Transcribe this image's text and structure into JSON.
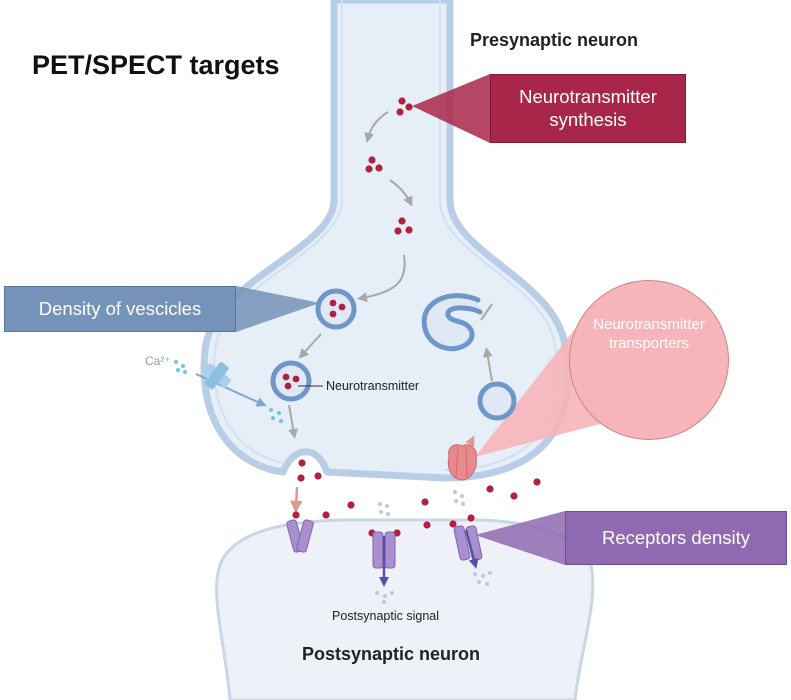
{
  "title": "PET/SPECT targets",
  "presynaptic_label": "Presynaptic neuron",
  "postsynaptic_label": "Postsynaptic neuron",
  "targets": {
    "synthesis": "Neurotransmitter\nsynthesis",
    "vesicles": "Density of vescicles",
    "transporters": "Neurotransmitter\ntransporters",
    "receptors": "Receptors density"
  },
  "annotations": {
    "neurotransmitter": "Neurotransmitter",
    "calcium": "Ca²⁺",
    "postsynaptic_signal": "Postsynaptic signal"
  },
  "colors": {
    "neuron_fill": "#e6eef8",
    "neuron_outline": "#b9cde6",
    "neurotransmitter": "#b3203f",
    "vesicle": "#6e96c9",
    "synthesis_box": "#a8264a",
    "vesicles_box": "#7592b8",
    "transporters_circle": "#f6b5b9",
    "receptors_box": "#8f6ab0",
    "receptor": "#a98ed0",
    "transporter": "#e8898e",
    "calcium": "#6cc6e6",
    "arrow": "#a8a8a8"
  }
}
